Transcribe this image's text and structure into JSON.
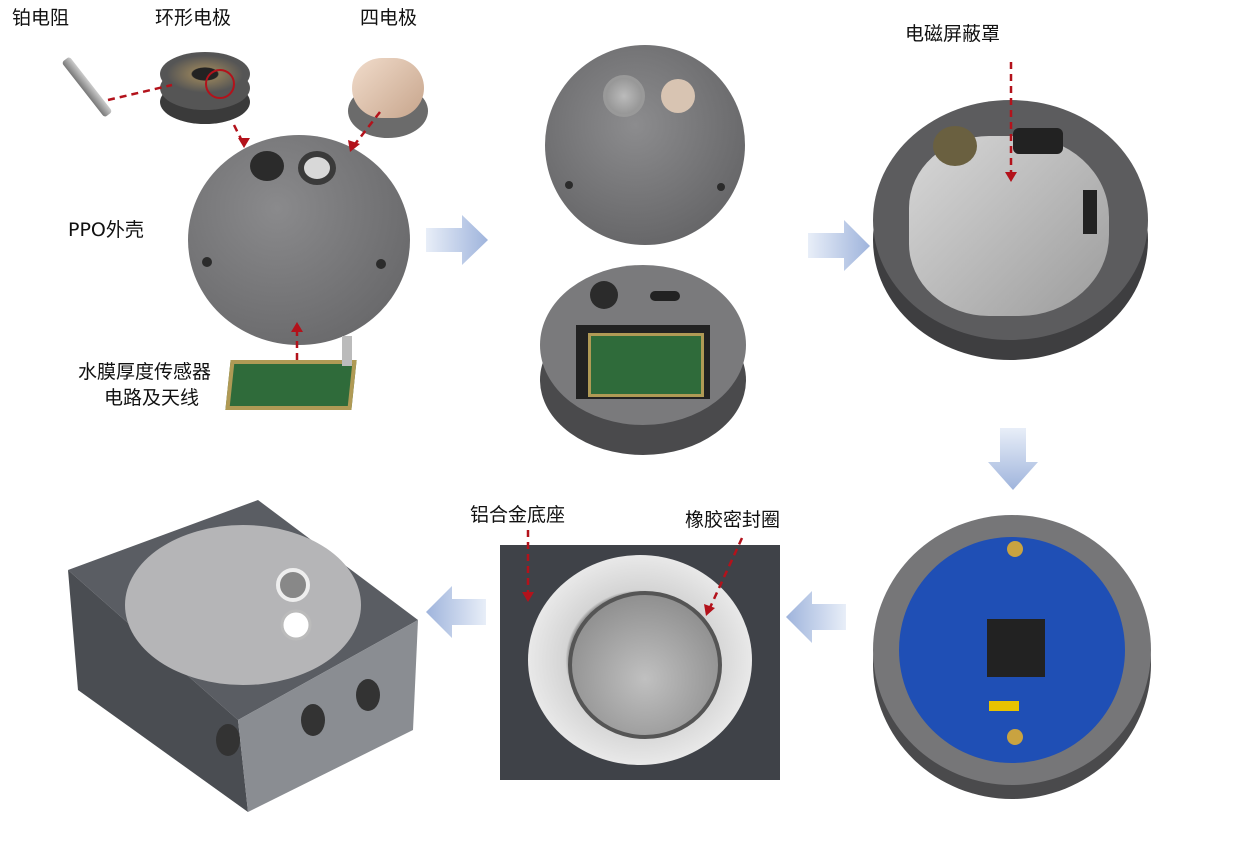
{
  "labels": {
    "pt_resistor": "铂电阻",
    "ring_electrode": "环形电极",
    "four_electrode": "四电极",
    "ppo_shell": "PPO外壳",
    "circuit_line1": "水膜厚度传感器",
    "circuit_line2": "电路及天线",
    "em_shield": "电磁屏蔽罩",
    "al_base": "铝合金底座",
    "rubber_seal": "橡胶密封圈"
  },
  "colors": {
    "dashed_arrow": "#b3121b",
    "flow_arrow": "#b8c8e6",
    "pcb_green": "#2f6b3a",
    "pcb_blue": "#1f4fb5",
    "shell_gray": "#6e6e70"
  }
}
